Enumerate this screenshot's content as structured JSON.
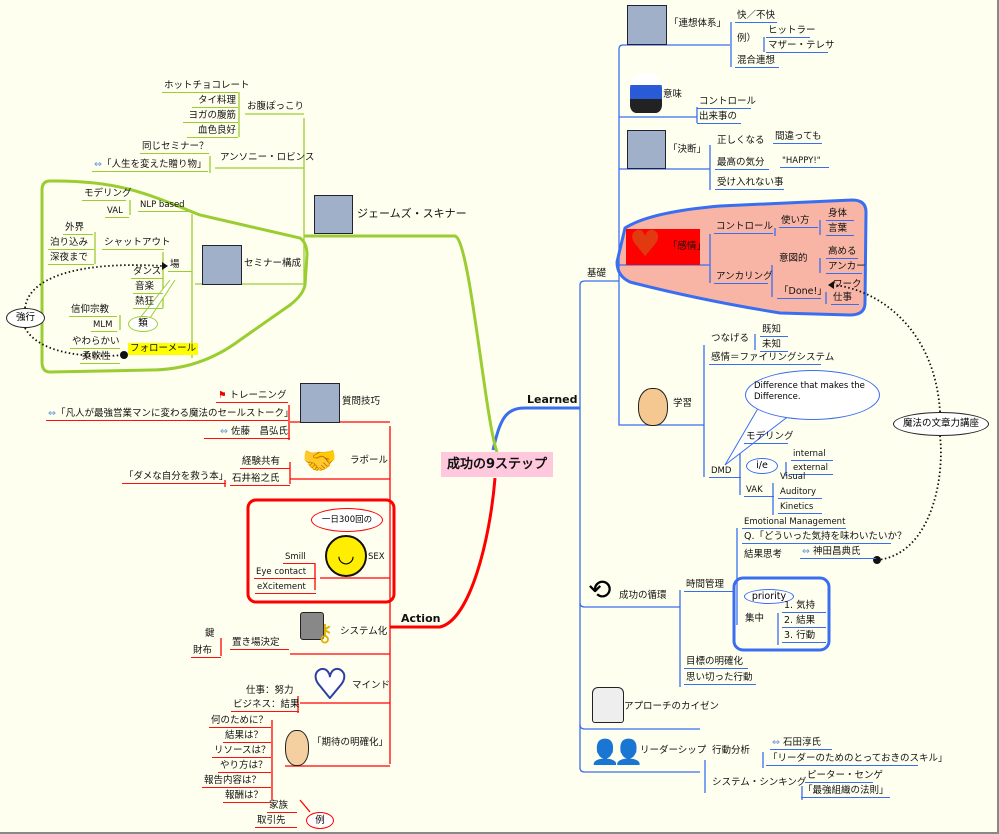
{
  "center": "成功の9ステップ",
  "colors": {
    "learned": "#3a6ef0",
    "skinner": "#9acd32",
    "action": "#ff0000",
    "background": "#fffff0",
    "center_box": "#ffc8dc",
    "kanjo_fill": "#f8b4a4"
  },
  "learned": {
    "label": "Learned",
    "kiso": "基礎",
    "renso": {
      "title": "「連想体系」",
      "icon": "thunder-head-icon",
      "items": [
        "快／不快",
        "例）",
        "ヒットラー",
        "マザー・テレサ",
        "混合連想"
      ]
    },
    "imi": {
      "title": "意味",
      "icon": "meditation-icon",
      "items": [
        "コントロール",
        "出来事の"
      ]
    },
    "ketsudan": {
      "title": "「決断」",
      "icon": "lightning-face-icon",
      "items": [
        "正しくなる",
        "間違っても",
        "最高の気分",
        "\"HAPPY!\"",
        "受け入れない事"
      ]
    },
    "kanjo": {
      "title": "「感情」",
      "icon": "heart-icon",
      "items": [
        "コントロール",
        "使い方",
        "身体",
        "言葉",
        "アンカリング",
        "意図的",
        "高める",
        "アンカー",
        "「Done!」",
        "ワーク",
        "仕事"
      ]
    },
    "gakushu": {
      "title": "学習",
      "icon": "thinking-head-icon",
      "items": [
        "つなげる",
        "既知",
        "未知",
        "感情＝ファイリングシステム",
        "DMD",
        "モデリング",
        "VAK",
        "internal",
        "external",
        "Visual",
        "Auditory",
        "Kinetics"
      ],
      "bubble": "Difference that makes the Difference.",
      "ie": "i/e"
    },
    "callout": "魔法の文章力講座",
    "junkan": {
      "title": "成功の循環",
      "icon": "cycle-arrows-icon",
      "items": [
        "Emotional Management",
        "Q.「どういった気持を味わいたいか？",
        "結果思考",
        "神田昌典氏",
        "時間管理",
        "集中",
        "1. 気持",
        "2. 結果",
        "3. 行動",
        "目標の明確化",
        "思い切った行動"
      ],
      "priority": "priority"
    },
    "kaizen": {
      "title": "アプローチのカイゼン",
      "icon": "stamp-icon"
    },
    "leader": {
      "title": "リーダーシップ",
      "icon": "people-icon",
      "items": [
        "行動分析",
        "石田淳氏",
        "「リーダーのためのとっておきのスキル」",
        "システム・シンキング",
        "ピーター・センゲ",
        "「最強組織の法則」"
      ]
    }
  },
  "skinner": {
    "title": "ジェームズ・スキナー",
    "icon": "question-face-icon",
    "onaka": {
      "title": "お腹ぽっこり",
      "items": [
        "ホットチョコレート",
        "タイ料理",
        "ヨガの腹筋",
        "血色良好"
      ]
    },
    "anthony": {
      "title": "アンソニー・ロビンス",
      "items": [
        "同じセミナー？",
        "「人生を変えた贈り物」"
      ]
    },
    "seminar": {
      "title": "セミナー構成",
      "icon": "speaker-podium-icon",
      "items": [
        "NLP based",
        "モデリング",
        "VAL",
        "シャットアウト",
        "外界",
        "泊り込み",
        "深夜まで",
        "場",
        "ダンス",
        "音楽",
        "熱狂",
        "信仰宗教",
        "MLM",
        "類",
        "フォローメール",
        "やわらかい",
        "柔軟性"
      ]
    },
    "kyoko": "強行"
  },
  "action": {
    "label": "Action",
    "shitsumon": {
      "title": "質問技巧",
      "icon": "question-person-icon",
      "items": [
        "トレーニング",
        "「凡人が最強営業マンに変わる魔法のセールストーク」",
        "佐藤　昌弘氏"
      ]
    },
    "rapport": {
      "title": "ラポール",
      "icon": "handshake-icon",
      "items": [
        "経験共有",
        "石井裕之氏",
        "「ダメな自分を救う本」"
      ]
    },
    "sex": {
      "title": "SEX",
      "icon": "smiley-icon",
      "bubble": "一日300回の",
      "items": [
        "Smill",
        "Eye contact",
        "eXcitement"
      ]
    },
    "system": {
      "title": "システム化",
      "icon": "lock-key-icon",
      "items": [
        "置き場決定",
        "鍵",
        "財布"
      ]
    },
    "mind": {
      "title": "マインド",
      "icon": "heart-outline-icon",
      "items": [
        "仕事：努力",
        "ビジネス：結果"
      ]
    },
    "kitai": {
      "title": "「期待の明確化」",
      "icon": "lightbulb-head-icon",
      "items": [
        "何のために？",
        "結果は？",
        "リソースは？",
        "やり方は？",
        "報告内容は？",
        "報酬は？",
        "家族",
        "取引先"
      ],
      "example": "例"
    }
  }
}
